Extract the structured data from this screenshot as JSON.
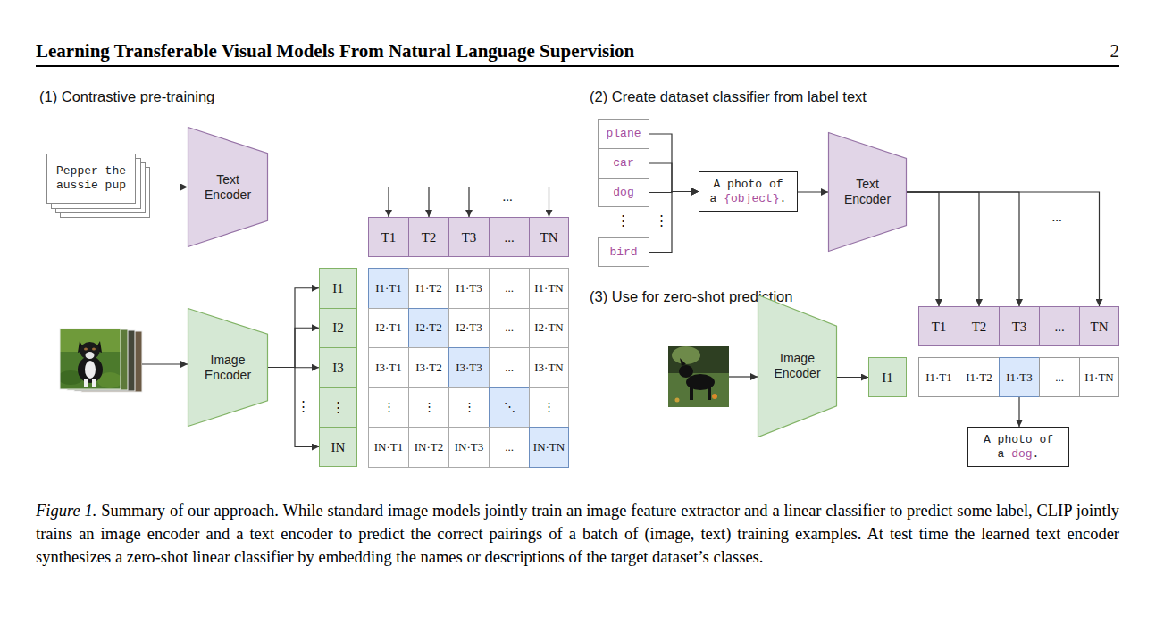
{
  "diagram": {
    "title": "Learning Transferable Visual Models From Natural Language Supervision",
    "caption": "Figure 1. Summary of our approach. While standard image models jointly train an image feature extractor and a linear classifier to predict some label, CLIP jointly trains an image encoder and a text encoder to predict the correct pairings of a batch of (image, text) training examples. At test time the learned text encoder synthesizes a zero-shot linear classifier by embedding the names or descriptions of the target dataset’s classes.",
    "nodes": [
      {
        "text": [
          "Pepper the aussie pup"
        ]
      },
      {
        "text": [
          "Text Encoder"
        ]
      },
      {
        "text": [
          "T1"
        ]
      },
      {
        "text": [
          "T2"
        ]
      },
      {
        "text": [
          "T3"
        ]
      },
      {
        "text": [
          "..."
        ]
      },
      {
        "text": [
          "TN"
        ]
      },
      {
        "text": [
          "Image Encoder"
        ]
      },
      {
        "text": [
          "I1"
        ]
      },
      {
        "text": [
          "I2"
        ]
      },
      {
        "text": [
          "I3"
        ]
      },
      {
        "text": [
          "⋮"
        ]
      },
      {
        "text": [
          "IN"
        ]
      },
      {
        "text": [
          "plane"
        ]
      },
      {
        "text": [
          "car"
        ]
      },
      {
        "text": [
          "dog"
        ]
      },
      {
        "text": [
          "bird"
        ]
      },
      {
        "text": [
          "A photo of a {object}."
        ]
      },
      {
        "text": [
          "Text Encoder"
        ]
      },
      {
        "text": [
          "T1"
        ]
      },
      {
        "text": [
          "T2"
        ]
      },
      {
        "text": [
          "T3"
        ]
      },
      {
        "text": [
          "..."
        ]
      },
      {
        "text": [
          "TN"
        ]
      },
      {
        "text": [
          "Image Encoder"
        ]
      },
      {
        "text": [
          "I1"
        ]
      },
      {
        "text": [
          "I1·T1"
        ]
      },
      {
        "text": [
          "I1·T2"
        ]
      },
      {
        "text": [
          "I1·T3"
        ]
      },
      {
        "text": [
          "..."
        ]
      },
      {
        "text": [
          "I1·TN"
        ]
      },
      {
        "text": [
          "A photo of a dog."
        ]
      }
    ],
    "edges": [
      {
        "from": 0,
        "to": 1,
        "arrow": "to"
      },
      {
        "from": 1,
        "to": 2,
        "arrow": "to"
      },
      {
        "from": 1,
        "to": 3,
        "arrow": "to"
      },
      {
        "from": 1,
        "to": 4,
        "arrow": "to"
      },
      {
        "from": 1,
        "to": 6,
        "arrow": "to"
      },
      {
        "from": 7,
        "to": 8,
        "arrow": "to"
      },
      {
        "from": 7,
        "to": 9,
        "arrow": "to"
      },
      {
        "from": 7,
        "to": 10,
        "arrow": "to"
      },
      {
        "from": 7,
        "to": 12,
        "arrow": "to"
      },
      {
        "from": 13,
        "to": 17,
        "arrow": "to"
      },
      {
        "from": 14,
        "to": 17,
        "arrow": "to"
      },
      {
        "from": 15,
        "to": 17,
        "arrow": "to"
      },
      {
        "from": 16,
        "to": 17,
        "arrow": "to"
      },
      {
        "from": 17,
        "to": 18,
        "arrow": "to"
      },
      {
        "from": 18,
        "to": 19,
        "arrow": "to"
      },
      {
        "from": 18,
        "to": 20,
        "arrow": "to"
      },
      {
        "from": 18,
        "to": 21,
        "arrow": "to"
      },
      {
        "from": 18,
        "to": 23,
        "arrow": "to"
      },
      {
        "from": 24,
        "to": 25,
        "arrow": "to"
      },
      {
        "from": 28,
        "to": 31,
        "arrow": "to"
      }
    ],
    "labels": [
      "2",
      "(1) Contrastive pre-training",
      "(2) Create dataset classifier from label text",
      "...",
      "⋮",
      "⋮",
      "...",
      "(3) Use for zero-shot prediction",
      "⋮",
      "I1·T1",
      "I1·T2",
      "I1·T3",
      "...",
      "I1·TN",
      "I2·T1",
      "I2·T2",
      "I2·T3",
      "...",
      "I2·TN",
      "I3·T1",
      "I3·T2",
      "I3·T3",
      "...",
      "I3·TN",
      "⋮",
      "⋮",
      "⋮",
      "⋱",
      "⋮",
      "IN·T1",
      "IN·T2",
      "IN·T3",
      "...",
      "IN·TN"
    ]
  }
}
